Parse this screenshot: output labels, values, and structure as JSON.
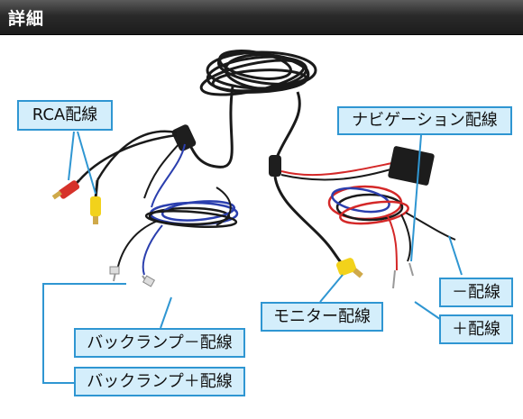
{
  "header": {
    "title": "詳細"
  },
  "labels": {
    "rca": "RCA配線",
    "navigation": "ナビゲーション配線",
    "minus": "－配線",
    "plus": "＋配線",
    "monitor": "モニター配線",
    "backlamp_minus": "バックランプ－配線",
    "backlamp_plus": "バックランプ＋配線"
  },
  "colors": {
    "label_fill": "#d4eefb",
    "label_border": "#2f96d2",
    "callout_line": "#2f96d2",
    "wire_black": "#1a1a1a",
    "wire_red": "#d42828",
    "wire_blue": "#2b3fae",
    "rca_yellow": "#f2d21b",
    "rca_red": "#d6322a"
  }
}
